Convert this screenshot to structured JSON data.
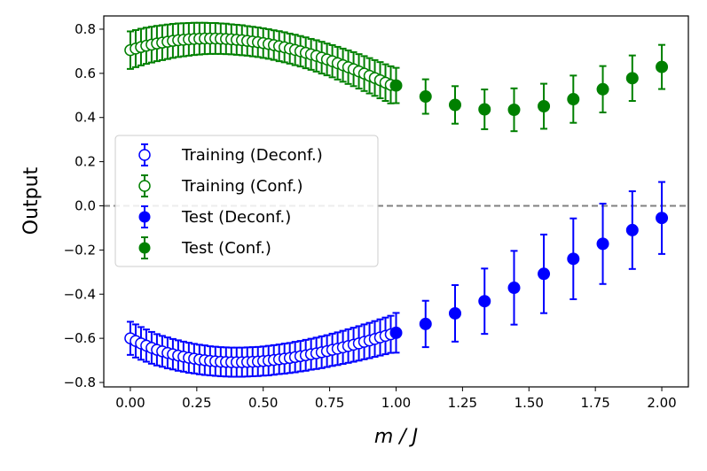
{
  "chart_data": {
    "type": "scatter",
    "xlabel": "m / J",
    "ylabel": "Output",
    "xlim": [
      -0.1,
      2.1
    ],
    "ylim": [
      -0.82,
      0.86
    ],
    "xticks": [
      "0.00",
      "0.25",
      "0.50",
      "0.75",
      "1.00",
      "1.25",
      "1.50",
      "1.75",
      "2.00"
    ],
    "yticks": [
      "−0.8",
      "−0.6",
      "−0.4",
      "−0.2",
      "0.0",
      "0.2",
      "0.4",
      "0.6",
      "0.8"
    ],
    "reference_line": {
      "y": 0,
      "style": "dashed",
      "color": "#808080"
    },
    "legend_position": "center-left",
    "series": [
      {
        "name": "Training (Deconf.)",
        "marker": "open-circle",
        "color": "#0000ff",
        "x": [
          0.0,
          0.02,
          0.04,
          0.06,
          0.08,
          0.1,
          0.12,
          0.14,
          0.16,
          0.18,
          0.2,
          0.22,
          0.24,
          0.26,
          0.28,
          0.3,
          0.32,
          0.34,
          0.36,
          0.38,
          0.4,
          0.42,
          0.44,
          0.46,
          0.48,
          0.5,
          0.52,
          0.54,
          0.56,
          0.58,
          0.6,
          0.62,
          0.64,
          0.66,
          0.68,
          0.7,
          0.72,
          0.74,
          0.76,
          0.78,
          0.8,
          0.82,
          0.84,
          0.86,
          0.88,
          0.9,
          0.92,
          0.94,
          0.96,
          0.98
        ],
        "y": [
          -0.6,
          -0.612,
          -0.623,
          -0.633,
          -0.643,
          -0.652,
          -0.659,
          -0.666,
          -0.672,
          -0.678,
          -0.683,
          -0.688,
          -0.692,
          -0.696,
          -0.699,
          -0.702,
          -0.704,
          -0.706,
          -0.707,
          -0.708,
          -0.708,
          -0.708,
          -0.707,
          -0.706,
          -0.705,
          -0.703,
          -0.701,
          -0.698,
          -0.695,
          -0.692,
          -0.689,
          -0.685,
          -0.681,
          -0.677,
          -0.672,
          -0.668,
          -0.663,
          -0.658,
          -0.652,
          -0.647,
          -0.641,
          -0.635,
          -0.629,
          -0.623,
          -0.616,
          -0.61,
          -0.603,
          -0.596,
          -0.589,
          -0.582
        ],
        "error": [
          0.075,
          0.075,
          0.074,
          0.073,
          0.072,
          0.071,
          0.07,
          0.07,
          0.069,
          0.069,
          0.068,
          0.068,
          0.067,
          0.067,
          0.067,
          0.066,
          0.066,
          0.066,
          0.066,
          0.066,
          0.066,
          0.066,
          0.066,
          0.066,
          0.066,
          0.066,
          0.067,
          0.067,
          0.067,
          0.068,
          0.068,
          0.069,
          0.069,
          0.07,
          0.07,
          0.071,
          0.072,
          0.072,
          0.073,
          0.074,
          0.075,
          0.076,
          0.077,
          0.078,
          0.079,
          0.08,
          0.081,
          0.082,
          0.083,
          0.084
        ]
      },
      {
        "name": "Training (Conf.)",
        "marker": "open-circle",
        "color": "#008000",
        "x": [
          0.0,
          0.02,
          0.04,
          0.06,
          0.08,
          0.1,
          0.12,
          0.14,
          0.16,
          0.18,
          0.2,
          0.22,
          0.24,
          0.26,
          0.28,
          0.3,
          0.32,
          0.34,
          0.36,
          0.38,
          0.4,
          0.42,
          0.44,
          0.46,
          0.48,
          0.5,
          0.52,
          0.54,
          0.56,
          0.58,
          0.6,
          0.62,
          0.64,
          0.66,
          0.68,
          0.7,
          0.72,
          0.74,
          0.76,
          0.78,
          0.8,
          0.82,
          0.84,
          0.86,
          0.88,
          0.9,
          0.92,
          0.94,
          0.96,
          0.98
        ],
        "y": [
          0.705,
          0.712,
          0.719,
          0.725,
          0.73,
          0.735,
          0.739,
          0.743,
          0.747,
          0.75,
          0.752,
          0.754,
          0.756,
          0.757,
          0.758,
          0.758,
          0.758,
          0.757,
          0.756,
          0.754,
          0.752,
          0.75,
          0.747,
          0.744,
          0.741,
          0.737,
          0.733,
          0.728,
          0.723,
          0.718,
          0.712,
          0.706,
          0.7,
          0.693,
          0.686,
          0.679,
          0.671,
          0.663,
          0.655,
          0.646,
          0.637,
          0.628,
          0.619,
          0.609,
          0.599,
          0.589,
          0.579,
          0.569,
          0.558,
          0.548
        ],
        "error": [
          0.085,
          0.084,
          0.083,
          0.082,
          0.081,
          0.08,
          0.079,
          0.078,
          0.077,
          0.076,
          0.075,
          0.074,
          0.073,
          0.072,
          0.071,
          0.07,
          0.07,
          0.069,
          0.069,
          0.068,
          0.068,
          0.068,
          0.067,
          0.067,
          0.067,
          0.067,
          0.067,
          0.067,
          0.068,
          0.068,
          0.068,
          0.069,
          0.069,
          0.07,
          0.07,
          0.071,
          0.072,
          0.072,
          0.073,
          0.074,
          0.075,
          0.076,
          0.077,
          0.078,
          0.079,
          0.08,
          0.081,
          0.082,
          0.083,
          0.084
        ]
      },
      {
        "name": "Test (Deconf.)",
        "marker": "filled-circle",
        "color": "#0000ff",
        "x": [
          1.0,
          1.111,
          1.222,
          1.333,
          1.444,
          1.556,
          1.667,
          1.778,
          1.889,
          2.0
        ],
        "y": [
          -0.575,
          -0.535,
          -0.487,
          -0.432,
          -0.371,
          -0.308,
          -0.24,
          -0.172,
          -0.11,
          -0.055
        ],
        "error": [
          0.09,
          0.105,
          0.128,
          0.148,
          0.167,
          0.178,
          0.183,
          0.182,
          0.176,
          0.163
        ]
      },
      {
        "name": "Test (Conf.)",
        "marker": "filled-circle",
        "color": "#008000",
        "x": [
          1.0,
          1.111,
          1.222,
          1.333,
          1.444,
          1.556,
          1.667,
          1.778,
          1.889,
          2.0
        ],
        "y": [
          0.545,
          0.495,
          0.457,
          0.437,
          0.435,
          0.451,
          0.483,
          0.528,
          0.578,
          0.629
        ],
        "error": [
          0.08,
          0.078,
          0.085,
          0.09,
          0.097,
          0.102,
          0.107,
          0.105,
          0.103,
          0.1
        ]
      }
    ]
  }
}
